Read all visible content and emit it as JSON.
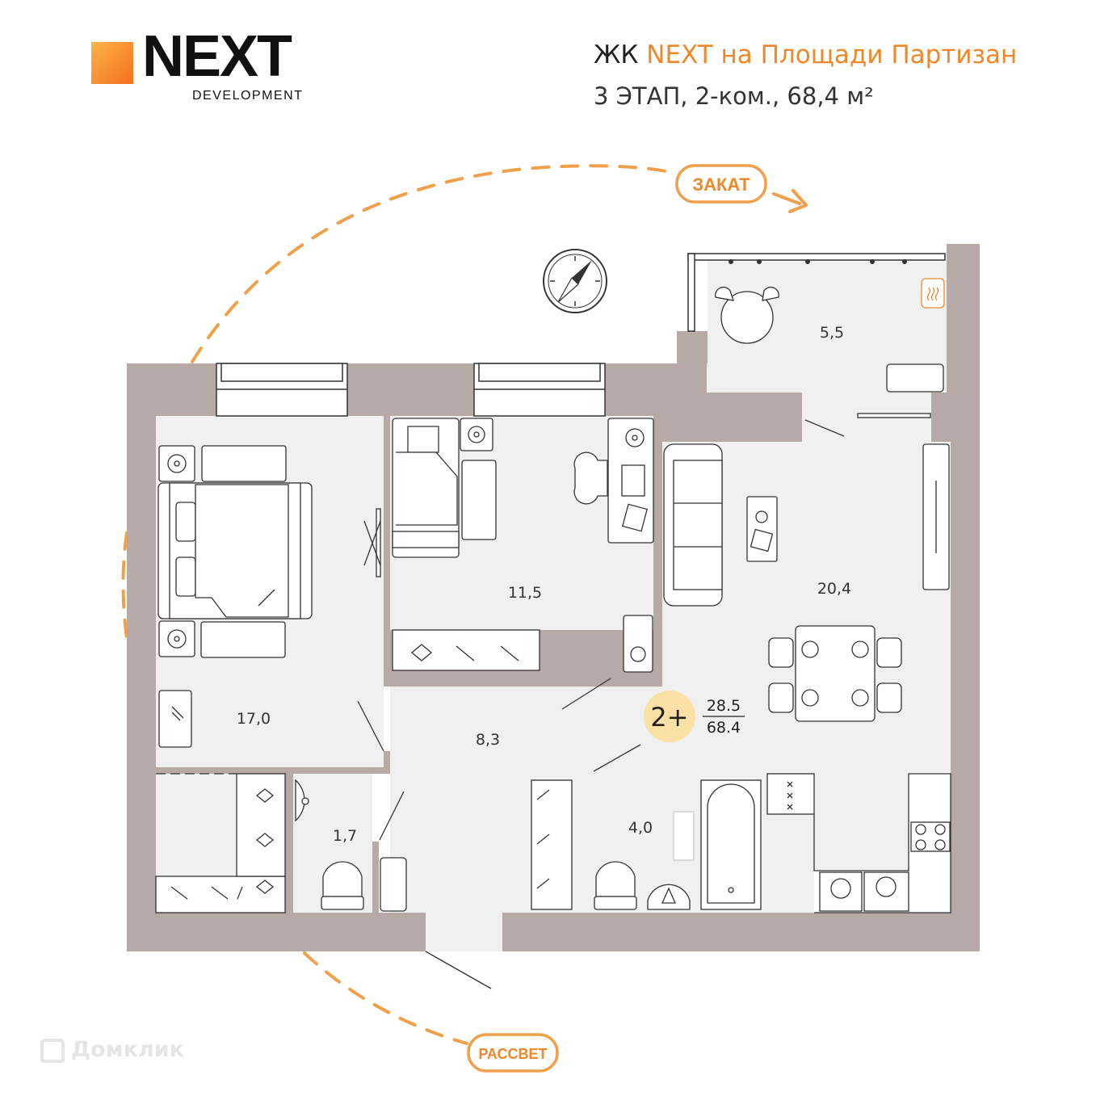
{
  "brand": {
    "name": "NEXT",
    "subtitle": "DEVELOPMENT",
    "accent_color": "#f0872a"
  },
  "heading": {
    "prefix": "ЖК ",
    "complex_name": "NEXT на Площади Партизан",
    "details": "3 ЭТАП, 2-ком., 68,4 м²"
  },
  "sun_path": {
    "sunset": "ЗАКАТ",
    "sunrise": "РАССВЕТ"
  },
  "rooms": {
    "bedroom": "17,0",
    "kids_room": "11,5",
    "living_kitchen": "20,4",
    "hallway": "8,3",
    "toilet": "1,7",
    "bathroom": "4,0",
    "balcony": "5,5"
  },
  "badge": {
    "type": "2+",
    "living_area": "28.5",
    "total_area": "68.4"
  },
  "watermark": "Домклик",
  "colors": {
    "wall": "#b7aaa6",
    "floor": "#f1f0f0",
    "badge": "#fbe1a6",
    "line": "#333333"
  }
}
